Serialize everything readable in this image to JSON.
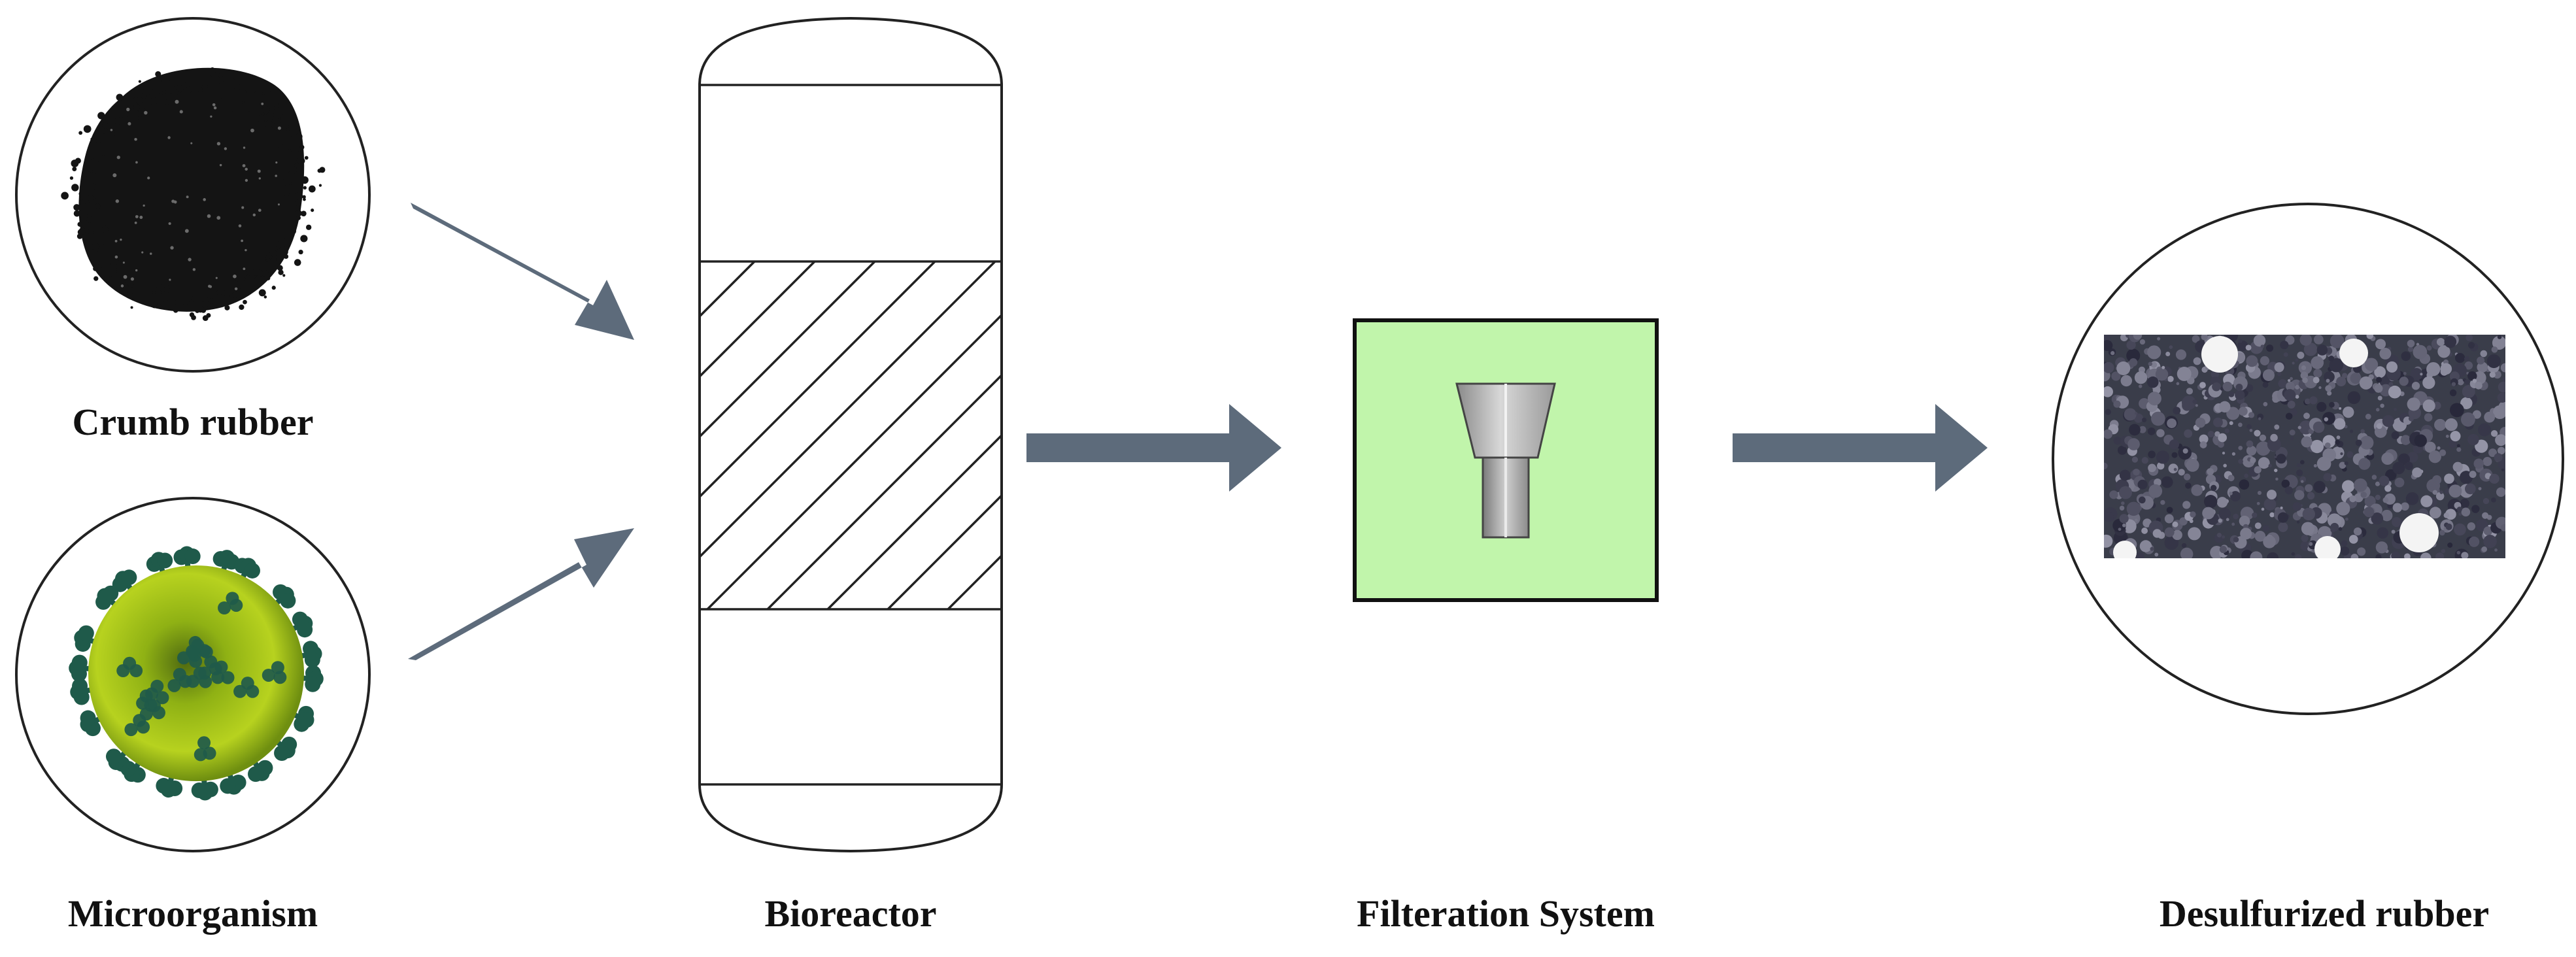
{
  "labels": {
    "crumb_rubber": "Crumb rubber",
    "microorganism": "Microorganism",
    "bioreactor": "Bioreactor",
    "filtration_system": "Filteration System",
    "desulfurized_rubber": "Desulfurized rubber"
  },
  "colors": {
    "arrow": "#5d6b7b",
    "filter_box": "#c1f5ab",
    "crumb": "#141414",
    "microbe_body": "#8fb114",
    "microbe_spike": "#1f5a4a",
    "desulfurized": "#3a3d4a"
  }
}
